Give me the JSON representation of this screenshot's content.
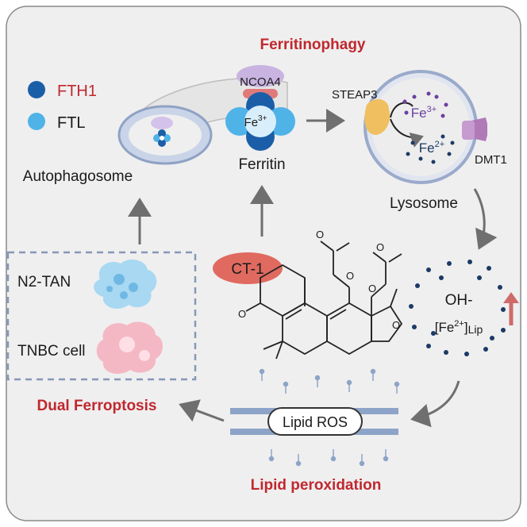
{
  "title": "Ferritinophagy",
  "legend": {
    "fth1": {
      "label": "FTH1",
      "color": "#1b5ea8",
      "label_color": "#c0282f"
    },
    "ftl": {
      "label": "FTL",
      "color": "#4fb3e8"
    }
  },
  "autophagosome": {
    "label": "Autophagosome"
  },
  "ferritin": {
    "label": "Ferritin",
    "ncoa4": "NCOA4",
    "iron": "Fe",
    "iron_charge": "3+"
  },
  "lysosome": {
    "label": "Lysosome",
    "steap3": "STEAP3",
    "dmt1": "DMT1",
    "fe3": {
      "symbol": "Fe",
      "charge": "3+"
    },
    "fe2": {
      "symbol": "Fe",
      "charge": "2+"
    }
  },
  "drug": {
    "label": "CT-1"
  },
  "cells": {
    "tan": "N2-TAN",
    "tnbc": "TNBC cell"
  },
  "labile_iron": {
    "oh": "OH-",
    "pool_prefix": "[Fe",
    "pool_charge": "2+",
    "pool_suffix": "]",
    "pool_sub": "Lip"
  },
  "membrane": {
    "label": "Lipid ROS"
  },
  "outcome": {
    "lipid_peroxidation": "Lipid peroxidation",
    "dual_ferroptosis": "Dual Ferroptosis"
  },
  "colors": {
    "background": "#efefef",
    "accent_red": "#c0282f",
    "drug_pill": "#e06a60",
    "fth1": "#1b5ea8",
    "ftl": "#4fb3e8",
    "arrow": "#6f6f6f",
    "steap3": "#f0c060",
    "dmt1": "#b07ab8",
    "ncoa4": "#c9b3e0",
    "tan_cell": "#a8d8f2",
    "tnbc_cell": "#f4b8c4"
  }
}
